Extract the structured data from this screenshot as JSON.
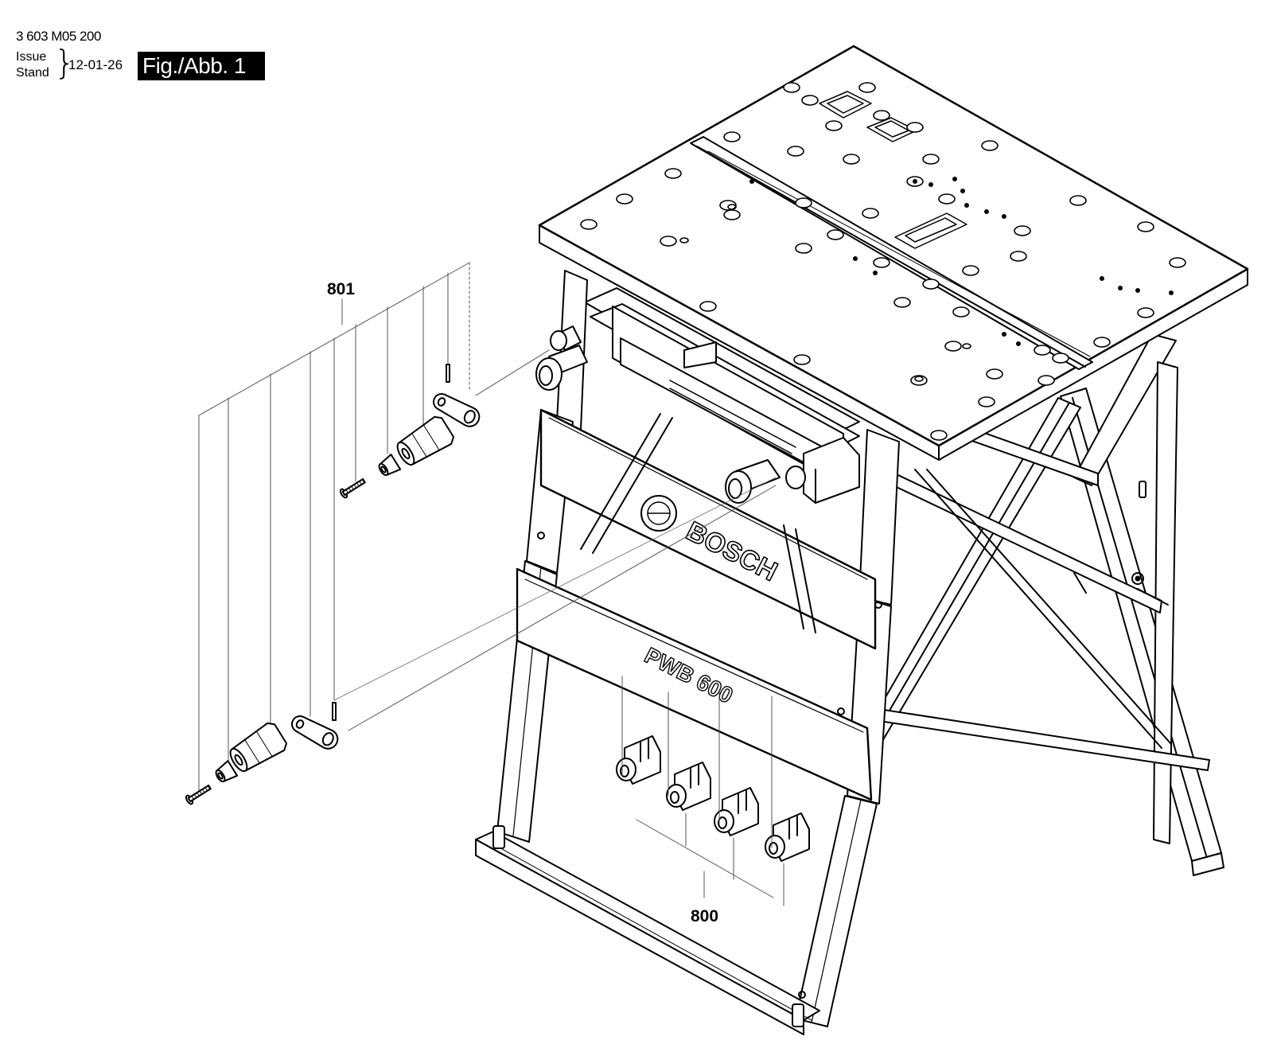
{
  "header": {
    "part_number": "3 603 M05 200",
    "issue_label": "Issue",
    "stand_label": "Stand",
    "issue_date": "12-01-26",
    "figure_label": "Fig./Abb. 1"
  },
  "callouts": {
    "adapter_kit": "801",
    "clamp_kit": "800"
  },
  "markings": {
    "brand": "BOSCH",
    "model": "PWB 600"
  }
}
